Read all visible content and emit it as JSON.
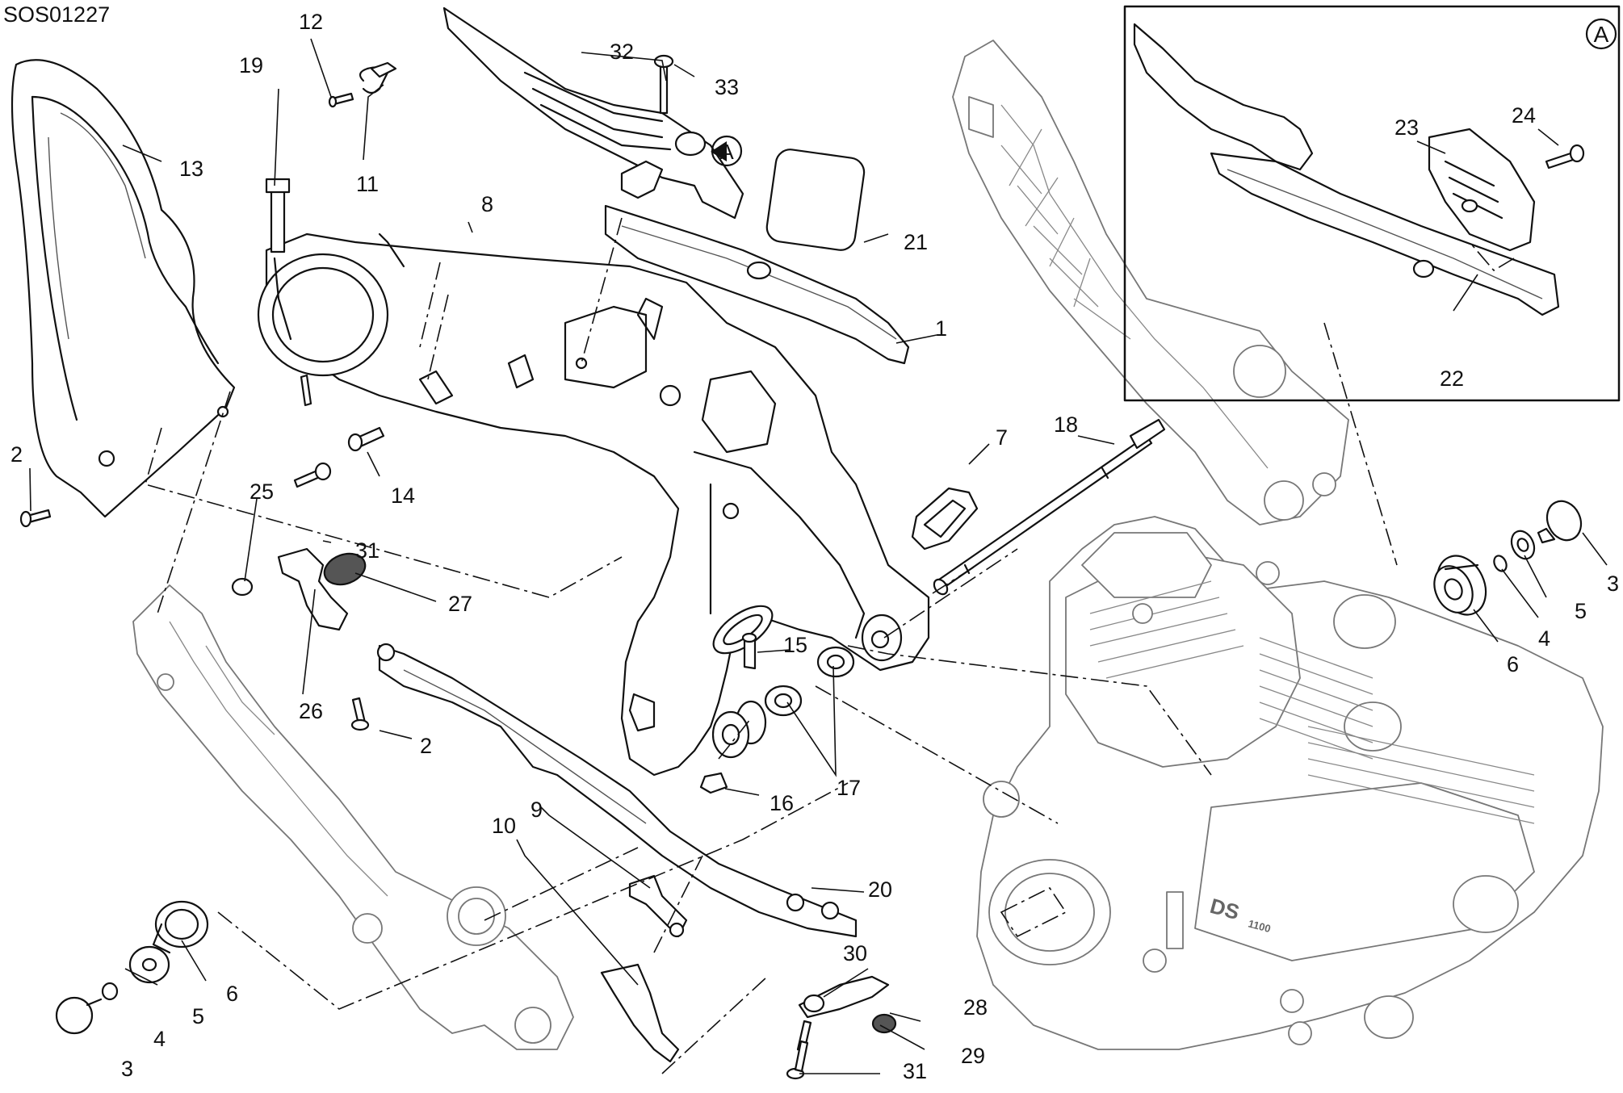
{
  "diagram_code": "SOS01227",
  "detail": {
    "label": "A"
  },
  "callouts": [
    "1",
    "2",
    "3",
    "4",
    "5",
    "6",
    "7",
    "8",
    "9",
    "10",
    "11",
    "12",
    "13",
    "14",
    "15",
    "16",
    "17",
    "18",
    "19",
    "20",
    "21",
    "22",
    "23",
    "24",
    "25",
    "26",
    "27",
    "28",
    "29",
    "30",
    "31",
    "32",
    "33"
  ],
  "engine_badge": {
    "text1": "DS",
    "text2": "1100"
  },
  "colors": {
    "line": "#111111",
    "engine_line": "#777777",
    "background": "#ffffff"
  }
}
